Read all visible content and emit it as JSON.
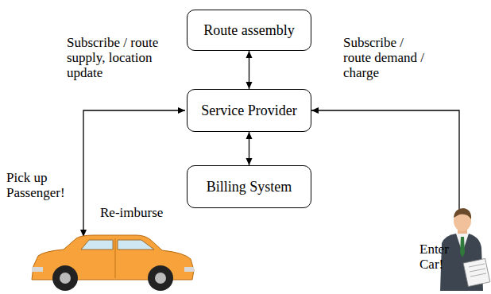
{
  "diagram": {
    "nodes": [
      {
        "text": [
          "Route assembly"
        ]
      },
      {
        "text": [
          "Service Provider"
        ]
      },
      {
        "text": [
          "Billing System"
        ]
      }
    ],
    "edges": [
      {
        "from": 0,
        "to": 1,
        "arrow": "both"
      },
      {
        "from": 1,
        "to": 2,
        "arrow": "both"
      }
    ],
    "labels": [
      "Subscribe / route supply, location update",
      "Subscribe / route demand / charge",
      "Pick up Passenger!",
      "Re-imburse",
      "Enter Car!"
    ]
  }
}
